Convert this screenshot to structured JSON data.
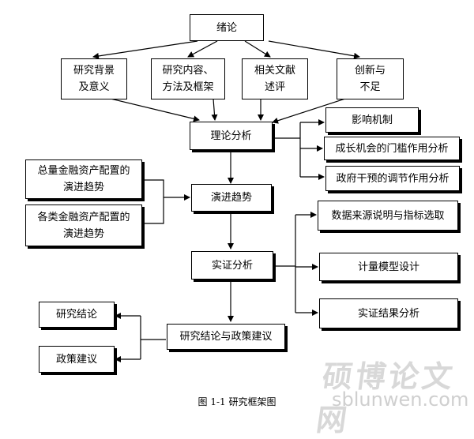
{
  "nodes": {
    "intro": "绪论",
    "background": "研究背景\n及意义",
    "content": "研究内容、\n方法及框架",
    "review": "相关文献\n述评",
    "innovation": "创新与\n不足",
    "theory": "理论分析",
    "mechanism": "影响机制",
    "threshold": "成长机会的门槛作用分析",
    "government": "政府干预的调节作用分析",
    "total_trend": "总量金融资产配置的\n演进趋势",
    "category_trend": "各类金融资产配置的\n演进趋势",
    "evolution": "演进趋势",
    "data_source": "数据来源说明与指标选取",
    "empirical": "实证分析",
    "model": "计量模型设计",
    "result": "实证结果分析",
    "conclusion": "研究结论",
    "conclusion_policy": "研究结论与政策建议",
    "policy": "政策建议"
  },
  "caption": "图 1-1   研究框架图",
  "watermark": {
    "cn": "硕博论文网",
    "en": "sblunwen.com"
  }
}
